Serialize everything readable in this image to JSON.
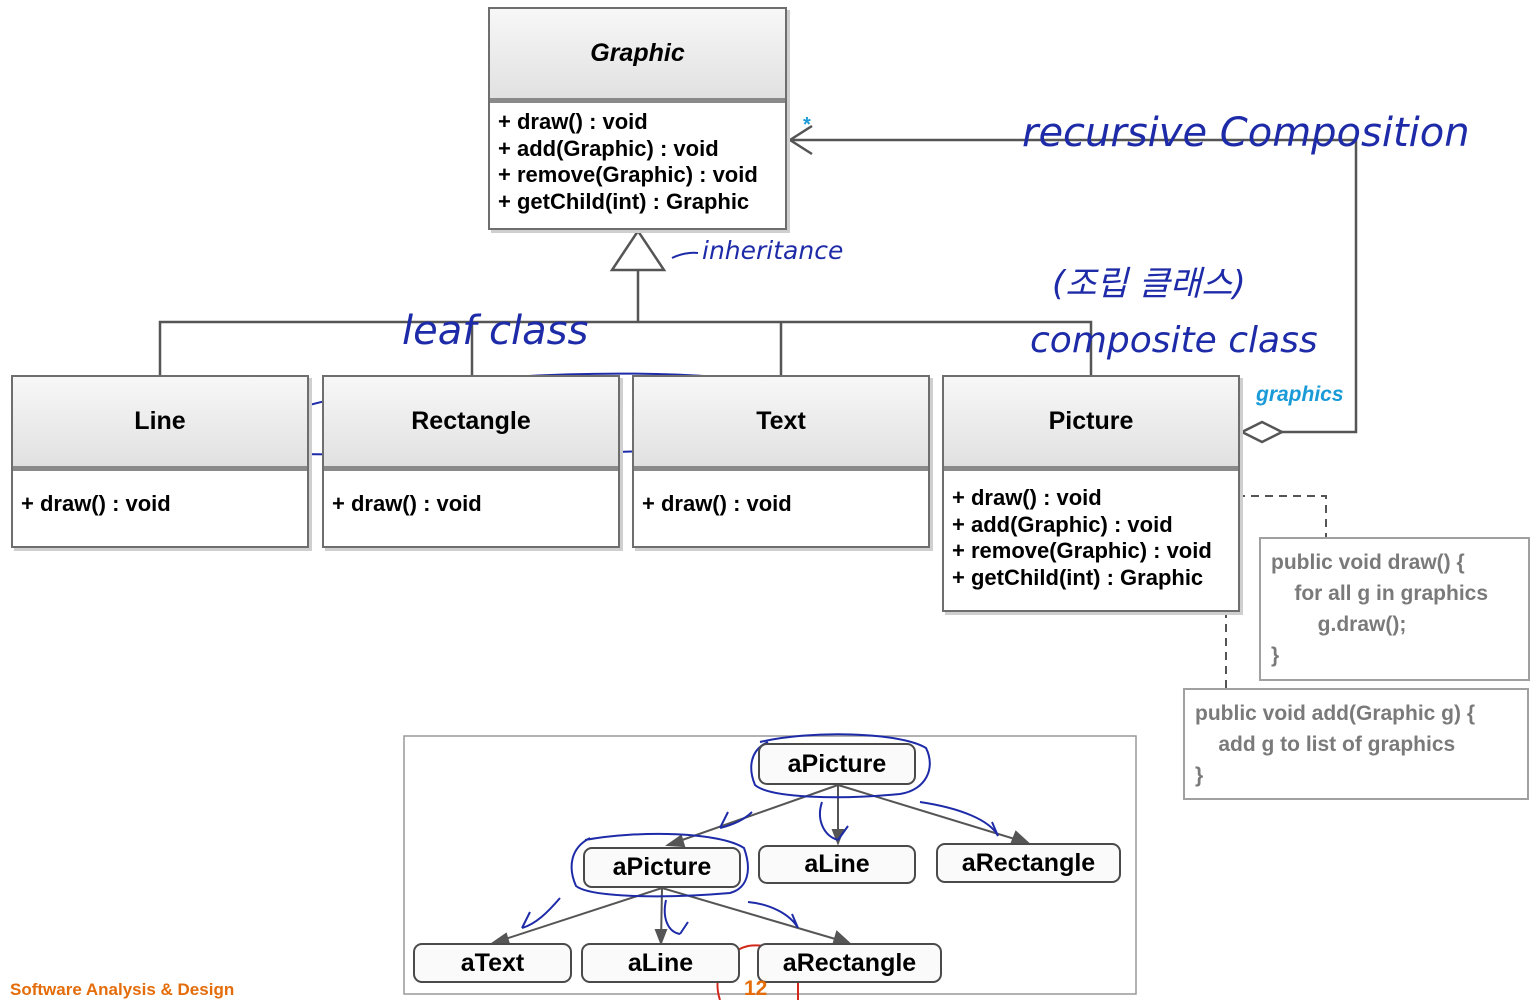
{
  "classes": {
    "graphic": {
      "name": "Graphic",
      "ops": [
        "+ draw() : void",
        "+ add(Graphic) : void",
        "+ remove(Graphic) : void",
        "+ getChild(int) : Graphic"
      ]
    },
    "line": {
      "name": "Line",
      "ops": [
        "+ draw() : void"
      ]
    },
    "rectangle": {
      "name": "Rectangle",
      "ops": [
        "+ draw() : void"
      ]
    },
    "text": {
      "name": "Text",
      "ops": [
        "+ draw() : void"
      ]
    },
    "picture": {
      "name": "Picture",
      "ops": [
        "+ draw() : void",
        "+ add(Graphic) : void",
        "+ remove(Graphic) : void",
        "+ getChild(int) : Graphic"
      ]
    }
  },
  "association": {
    "multiplicity": "*",
    "role": "graphics"
  },
  "notes": {
    "draw": [
      "public void draw() {",
      "    for all g in graphics",
      "        g.draw();",
      "}"
    ],
    "add": [
      "public void add(Graphic g) {",
      "    add g to list of graphics",
      "}"
    ]
  },
  "objects": {
    "root": "aPicture",
    "line1": "aLine",
    "rect1": "aRectangle",
    "child": "aPicture",
    "text2": "aText",
    "line2": "aLine",
    "rect2": "aRectangle"
  },
  "annotations": {
    "recursive": "recursive Composition",
    "inheritance": "inheritance",
    "leaf": "leaf class",
    "korean": "(조립 클래스)",
    "composite": "composite class"
  },
  "footer": "Software Analysis & Design",
  "page_number": "12",
  "colors": {
    "ink": "#1e2ba8",
    "role": "#1a9bd8",
    "accent": "#e46c0a",
    "note_text": "#7a7a7a"
  }
}
